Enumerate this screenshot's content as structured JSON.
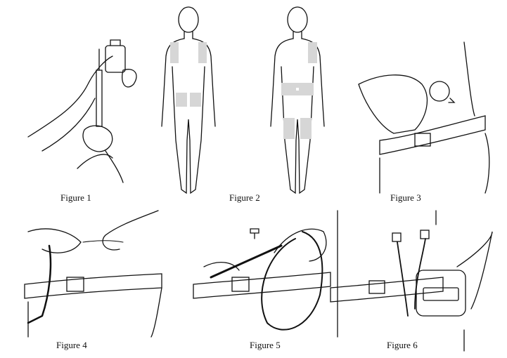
{
  "figures": [
    {
      "caption": "Figure 1",
      "subject": "syringe-and-vial"
    },
    {
      "caption": "Figure 2",
      "subject": "injection-sites-back"
    },
    {
      "caption": "Figure 3",
      "subject": "skin-prep"
    },
    {
      "caption": "Figure 4",
      "subject": "needle-set"
    },
    {
      "caption": "Figure 5",
      "subject": "syringe-tubing"
    },
    {
      "caption": "Figure 6",
      "subject": "pump-device"
    }
  ],
  "colors": {
    "line": "#111111",
    "site_shade": "#d6d6d6"
  }
}
